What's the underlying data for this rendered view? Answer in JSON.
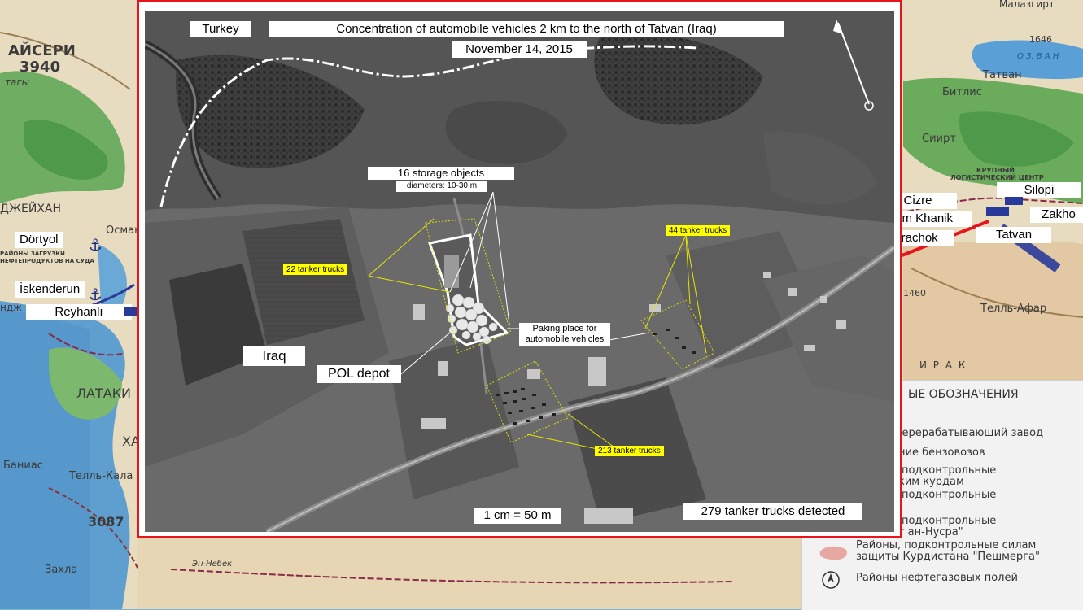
{
  "satellite": {
    "title": "Concentration of automobile vehicles 2 km to the north of Tatvan (Iraq)",
    "date": "November 14, 2015",
    "country_top": "Turkey",
    "country_main": "Iraq",
    "storage_label": "16 storage objects",
    "storage_sublabel": "diameters: 10-30 m",
    "parking_label_line1": "Paking place for",
    "parking_label_line2": "automobile vehicles",
    "pol_depot": "POL depot",
    "tanker_22": "22 tanker trucks",
    "tanker_44": "44 tanker trucks",
    "tanker_213": "213 tanker trucks",
    "scale": "1 cm = 50 m",
    "total_detected": "279 tanker trucks detected"
  },
  "overlay_labels": {
    "dortyol": "Dörtyol",
    "iskenderun": "İskenderun",
    "reyhanli": "Reyhanlı",
    "cizre": "Cizre",
    "cham_khanik": "Cham Khanik",
    "karachok": "Karachok",
    "silopi": "Silopi",
    "zakho": "Zakho",
    "tatvan": "Tatvan"
  },
  "basemap_labels": {
    "kayseri": "АЙСЕРИ",
    "elev_3940": "3940",
    "tagy": "тагы",
    "malazgirt": "Малазгирт",
    "elev_1646": "1646",
    "lake_van": "О З. В А Н",
    "tatvan_ru": "Татван",
    "bitlis_ru": "Битлис",
    "siirt_ru": "Сиирт",
    "logistic_1": "КРУПНЫЙ",
    "logistic_2": "ЛОГИСТИЧЕСКИЙ ЦЕНТР",
    "ceyhan": "ДЖЕЙХАН",
    "osmaniye": "Осман",
    "port_zone_1": "РАЙОНЫ ЗАГРУЗКИ",
    "port_zone_2": "НЕФТЕПРОДУКТОВ НА СУДА",
    "indzh": "ндж",
    "latakia": "ЛАТАКИ",
    "ha": "ХА",
    "banias": "Баниас",
    "tell_kalah": "Телль-Кала",
    "elev_3087": "3087",
    "zahla": "Захла",
    "elev_1460": "1460",
    "tell_afar": "Телль-Афар",
    "iraq_ru": "И Р А К",
    "en_nebek": "Эн-Небек"
  },
  "legend": {
    "title": "ЫЕ ОБОЗНАЧЕНИЯ",
    "row1": "перерабатывающий завод",
    "row2": "ние бензовозов",
    "row3a": "подконтрольные",
    "row3b": "ким курдам",
    "row4": "подконтрольные",
    "row5a": "подконтрольные",
    "row5b": "ат ан-Нусра\"",
    "row6a": "Районы, подконтрольные силам",
    "row6b": "защиты Курдистана \"Пешмерга\"",
    "row7": "Районы нефтегазовых полей"
  },
  "colors": {
    "frame_red": "#e8141b",
    "highlight_yellow": "#ffff00",
    "route_blue": "#2a3a9a",
    "sea_blue": "#5e9fd0",
    "land_beige": "#e8dcc0",
    "forest_green": "#5aa055"
  },
  "icons": [
    "anchor-icon",
    "truck-icon",
    "north-arrow-icon",
    "oil-field-icon",
    "kurdish-zone-icon"
  ]
}
